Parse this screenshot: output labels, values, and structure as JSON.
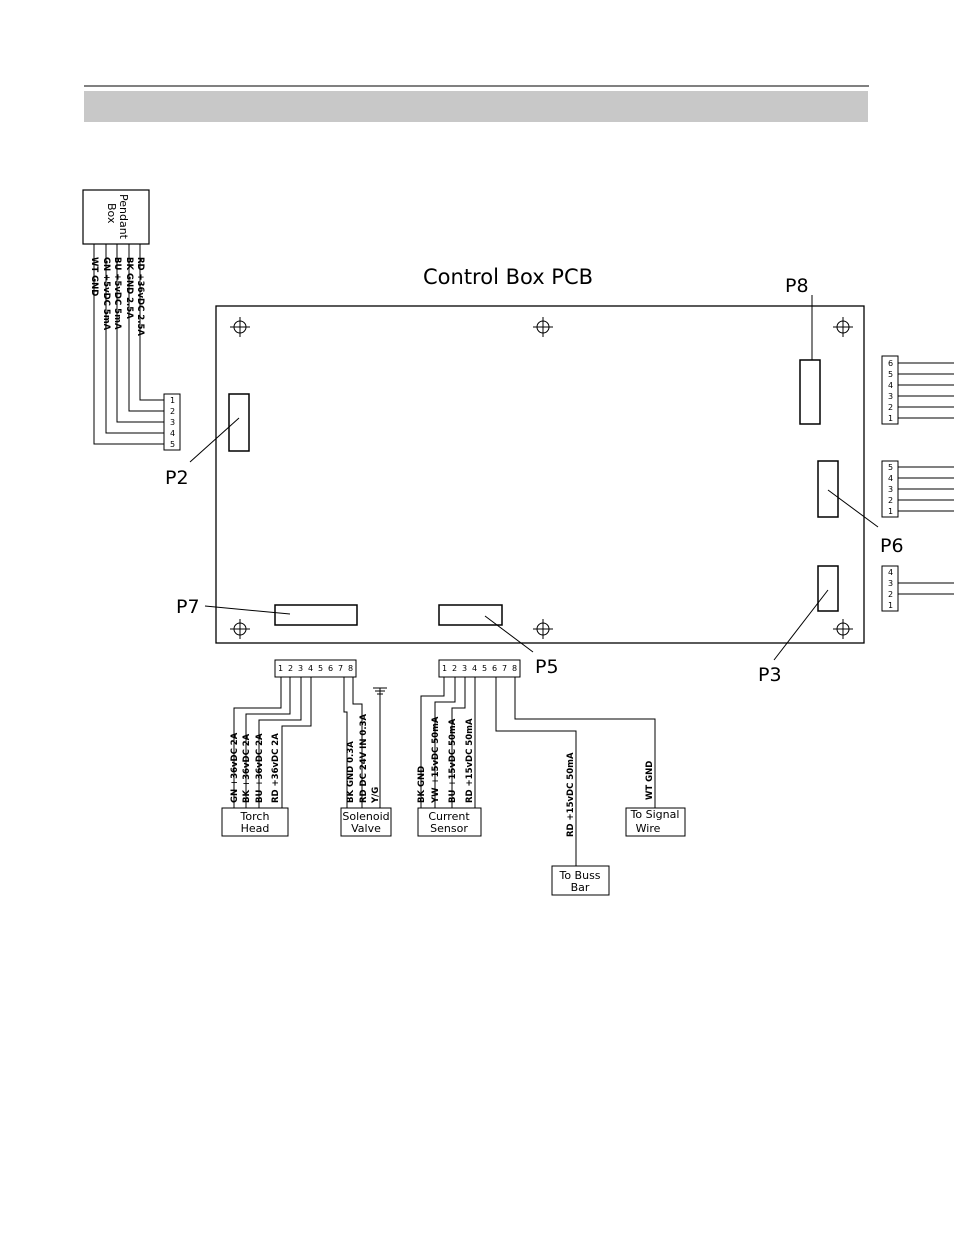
{
  "title": "Control Box PCB",
  "connectors": {
    "p2": "P2",
    "p3": "P3",
    "p5": "P5",
    "p6": "P6",
    "p7": "P7",
    "p8": "P8"
  },
  "pendant": {
    "label_line1": "Pendant",
    "label_line2": "Box",
    "wires": [
      "RD  +36vDC 2.5A",
      "BK  GND 2.5A",
      "BU  +5vDC 5mA",
      "GN  +5vDC 5mA",
      "WT  GND"
    ],
    "pins": [
      "1",
      "2",
      "3",
      "4",
      "5"
    ]
  },
  "p8_pins": [
    "6",
    "5",
    "4",
    "3",
    "2",
    "1"
  ],
  "p6_pins": [
    "5",
    "4",
    "3",
    "2",
    "1"
  ],
  "p3_pins": [
    "4",
    "3",
    "2",
    "1"
  ],
  "p7_pins": [
    "1",
    "2",
    "3",
    "4",
    "5",
    "6",
    "7",
    "8"
  ],
  "p5_pins": [
    "1",
    "2",
    "3",
    "4",
    "5",
    "6",
    "7",
    "8"
  ],
  "torch_head": {
    "label_line1": "Torch",
    "label_line2": "Head",
    "wires": [
      "GN +36vDC 2A",
      "BK +36vDC 2A",
      "BU +36vDC 2A",
      "RD +36vDC 2A"
    ]
  },
  "solenoid_valve": {
    "label_line1": "Solenoid",
    "label_line2": "Valve",
    "wires": [
      "BK GND 0.3A",
      "RD DC 24V IN 0.3A",
      "Y/G"
    ]
  },
  "current_sensor": {
    "label_line1": "Current",
    "label_line2": "Sensor",
    "wires": [
      "BK GND",
      "YW +15vDC 50mA",
      "BU +15vDC 50mA",
      "RD +15vDC 50mA"
    ]
  },
  "buss_bar": {
    "label_line1": "To Buss",
    "label_line2": "Bar",
    "wire": "RD +15vDC 50mA"
  },
  "signal_wire": {
    "label_line1": "To Signal",
    "label_line2": "Wire",
    "wire": "WT GND"
  }
}
